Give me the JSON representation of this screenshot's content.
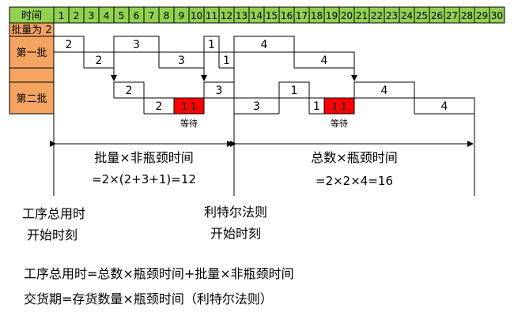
{
  "colors": {
    "header_green": "#92d050",
    "row_orange": "#f4a460",
    "wait_red": "#ff0000",
    "line": "#000000"
  },
  "header": {
    "time_label": "时间",
    "slots": [
      "1",
      "2",
      "3",
      "4",
      "5",
      "6",
      "7",
      "8",
      "9",
      "10",
      "11",
      "12",
      "13",
      "14",
      "15",
      "16",
      "17",
      "18",
      "19",
      "20",
      "21",
      "22",
      "23",
      "24",
      "25",
      "26",
      "27",
      "28",
      "29",
      "30"
    ]
  },
  "rows": {
    "batch_size_label": "批量为 2",
    "batch1_label": "第一批",
    "batch2_label": "第二批"
  },
  "schedule": {
    "batch1": [
      {
        "label": "2",
        "start": 1,
        "duration": 2,
        "level": 0
      },
      {
        "label": "2",
        "start": 3,
        "duration": 2,
        "level": 1
      },
      {
        "label": "3",
        "start": 5,
        "duration": 3,
        "level": 0
      },
      {
        "label": "3",
        "start": 8,
        "duration": 3,
        "level": 1
      },
      {
        "label": "1",
        "start": 11,
        "duration": 1,
        "level": 0
      },
      {
        "label": "1",
        "start": 12,
        "duration": 1,
        "level": 1
      },
      {
        "label": "4",
        "start": 13,
        "duration": 4,
        "level": 0
      },
      {
        "label": "4",
        "start": 17,
        "duration": 4,
        "level": 1
      }
    ],
    "batch2": [
      {
        "label": "2",
        "start": 5,
        "duration": 2,
        "level": 0
      },
      {
        "label": "2",
        "start": 7,
        "duration": 2,
        "level": 1
      },
      {
        "label": "3",
        "start": 11,
        "duration": 2,
        "level": 0
      },
      {
        "label": "3",
        "start": 13,
        "duration": 3,
        "level": 1
      },
      {
        "label": "1",
        "start": 16,
        "duration": 2,
        "level": 0
      },
      {
        "label": "1",
        "start": 18,
        "duration": 1,
        "level": 1
      },
      {
        "label": "4",
        "start": 21,
        "duration": 4,
        "level": 0
      },
      {
        "label": "4",
        "start": 25,
        "duration": 4,
        "level": 1
      }
    ],
    "waits": [
      {
        "start": 9,
        "duration": 2,
        "marks": "1 1"
      },
      {
        "start": 19,
        "duration": 2,
        "marks": "1 1"
      }
    ],
    "wait_label": "等待",
    "arrow_slots": [
      5,
      11,
      21
    ]
  },
  "spans": {
    "left": {
      "from": 1,
      "to": 13,
      "line1": "批量×非瓶颈时间",
      "line2": "=2×(2+3+1)=12"
    },
    "right": {
      "from": 13,
      "to": 29,
      "line1": "总数×瓶颈时间",
      "line2": "=2×2×4=16"
    }
  },
  "start_labels": {
    "total_time_start": [
      "工序总用时",
      "开始时刻"
    ],
    "little_law_start": [
      "利特尔法则",
      "开始时刻"
    ]
  },
  "formulas": {
    "line1": "工序总用时=总数×瓶颈时间+批量×非瓶颈时间",
    "line2": "交货期=存货数量×瓶颈时间（利特尔法则）"
  }
}
